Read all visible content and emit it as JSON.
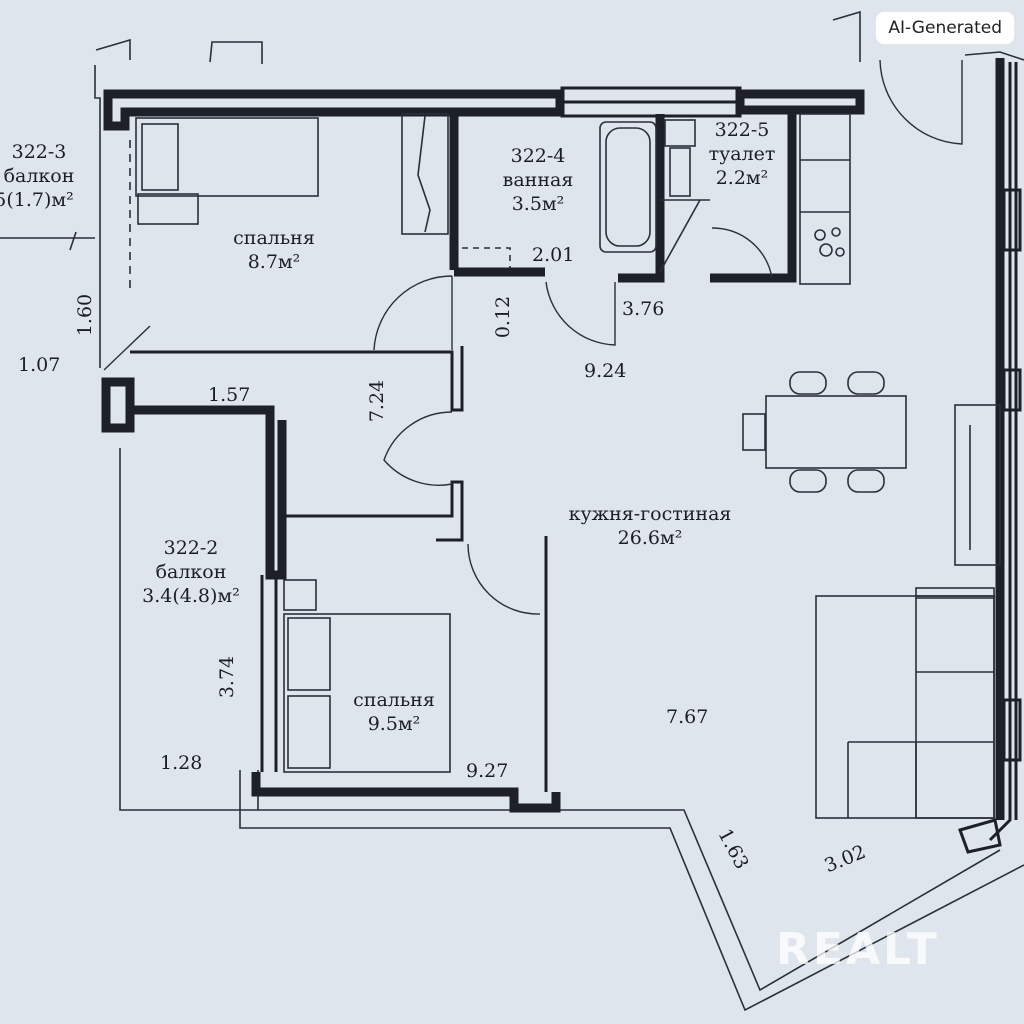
{
  "badge": "AI-Generated",
  "watermark": "REALT",
  "rooms": {
    "balcony3": {
      "id": "322-3",
      "name": "балкон",
      "area": "5(1.7)м²"
    },
    "bedroom1": {
      "name": "спальня",
      "area": "8.7м²"
    },
    "bathroom": {
      "id": "322-4",
      "name": "ванная",
      "area": "3.5м²"
    },
    "toilet": {
      "id": "322-5",
      "name": "туалет",
      "area": "2.2м²"
    },
    "living": {
      "name": "кужня-гостиная",
      "area": "26.6м²"
    },
    "balcony2": {
      "id": "322-2",
      "name": "балкон",
      "area": "3.4(4.8)м²"
    },
    "bedroom2": {
      "name": "спальня",
      "area": "9.5м²"
    }
  },
  "dimensions": {
    "d_1_60": "1.60",
    "d_1_07": "1.07",
    "d_2_01": "2.01",
    "d_0_12": "0.12",
    "d_3_76": "3.76",
    "d_9_24": "9.24",
    "d_7_24": "7.24",
    "d_1_57": "1.57",
    "d_3_74": "3.74",
    "d_1_28": "1.28",
    "d_9_27": "9.27",
    "d_7_67": "7.67",
    "d_1_63": "1.63",
    "d_3_02": "3.02"
  },
  "colors": {
    "background": "#dfe5ec",
    "wall": "#1d2029",
    "line": "#2a2f3a"
  }
}
